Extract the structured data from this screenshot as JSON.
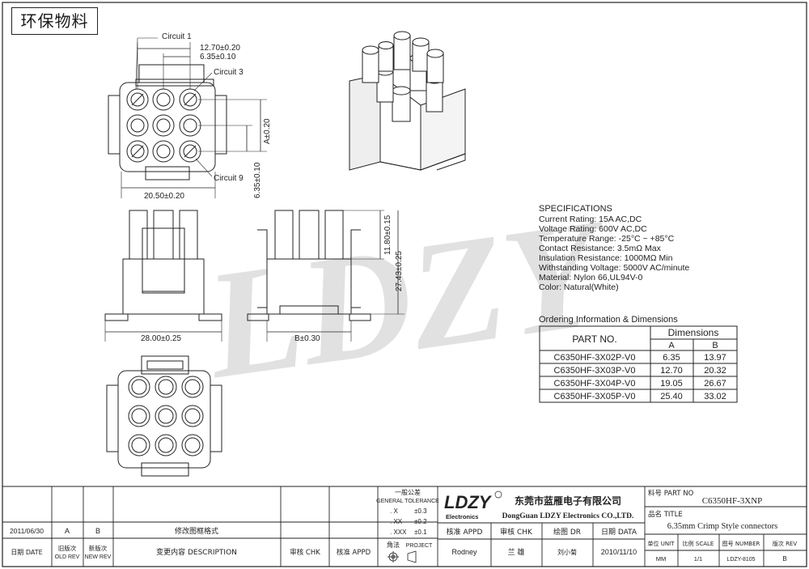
{
  "header": {
    "stamp": "环保物料"
  },
  "watermark": "LDZY",
  "top_view": {
    "circuit1": "Circuit 1",
    "circuit3": "Circuit 3",
    "circuit9": "Circuit 9",
    "dim_pitch": "12.70±0.20",
    "dim_pitch2": "6.35±0.10",
    "dim_a": "A±0.20",
    "dim_635": "6.35±0.10",
    "dim_width": "20.50±0.20"
  },
  "side_view": {
    "dim_28": "28.00±0.25",
    "dim_b": "B±0.30",
    "dim_1180": "11.80±0.15",
    "dim_2743": "27.43±0.25"
  },
  "specifications": {
    "title": "SPECIFICATIONS",
    "lines": [
      "Current Rating: 15A AC,DC",
      "Voltage Rating: 600V AC,DC",
      "Temperature Range: -25°C ~ +85°C",
      "Contact Resistance: 3.5mΩ Max",
      "Insulation Resistance: 1000MΩ Min",
      "Withstanding Voltage: 5000V AC/minute",
      "Material: Nylon 66,UL94V-0",
      "Color: Natural(White)"
    ]
  },
  "ordering": {
    "title": "Ordering Information & Dimensions",
    "col_part": "PART NO.",
    "col_dims": "Dimensions",
    "col_a": "A",
    "col_b": "B",
    "rows": [
      {
        "part": "C6350HF-3X02P-V0",
        "a": "6.35",
        "b": "13.97"
      },
      {
        "part": "C6350HF-3X03P-V0",
        "a": "12.70",
        "b": "20.32"
      },
      {
        "part": "C6350HF-3X04P-V0",
        "a": "19.05",
        "b": "26.67"
      },
      {
        "part": "C6350HF-3X05P-V0",
        "a": "25.40",
        "b": "33.02"
      }
    ]
  },
  "title_block": {
    "rev_date": "2011/06/30",
    "rev_old": "A",
    "rev_new": "B",
    "rev_desc": "修改图框格式",
    "hdr_date": "日期 DATE",
    "hdr_old_zh": "旧版次",
    "hdr_old_en": "OLD REV",
    "hdr_new_zh": "新版次",
    "hdr_new_en": "NEW REV",
    "hdr_desc": "变更内容 DESCRIPTION",
    "hdr_chk": "审核 CHK",
    "hdr_appd": "核准 APPD",
    "tol_zh": "一般公差",
    "tol_en": "GENERAL TOLERANCE",
    "tol_x": ". X",
    "tol_x_v": "±0.3",
    "tol_xx": ". XX",
    "tol_xx_v": "±0.2",
    "tol_xxx": ". XXX",
    "tol_xxx_v": "±0.1",
    "proj_zh": "角法",
    "proj_en": "PROJECT",
    "logo": "LDZY",
    "logo_sub": "Electronics",
    "company_zh": "东莞市蓝雁电子有限公司",
    "company_en": "DongGuan LDZY Electronics CO.,LTD.",
    "lbl_appd": "核准 APPD",
    "lbl_chk": "审核 CHK",
    "lbl_dr": "绘图 DR",
    "lbl_date": "日期 DATA",
    "val_appd": "Rodney",
    "val_chk": "兰 雄",
    "val_dr": "刘小菊",
    "val_date": "2010/11/10",
    "lbl_partno": "料号 PART NO",
    "val_partno": "C6350HF-3XNP",
    "lbl_title": "品名 TITLE",
    "val_title": "6.35mm Crimp Style connectors",
    "lbl_unit": "单位 UNIT",
    "lbl_scale": "比例 SCALE",
    "lbl_number": "图号 NUMBER",
    "lbl_rev": "版次 REV",
    "val_unit": "MM",
    "val_scale": "1/1",
    "val_number": "LDZY-8105",
    "val_rev": "B"
  }
}
